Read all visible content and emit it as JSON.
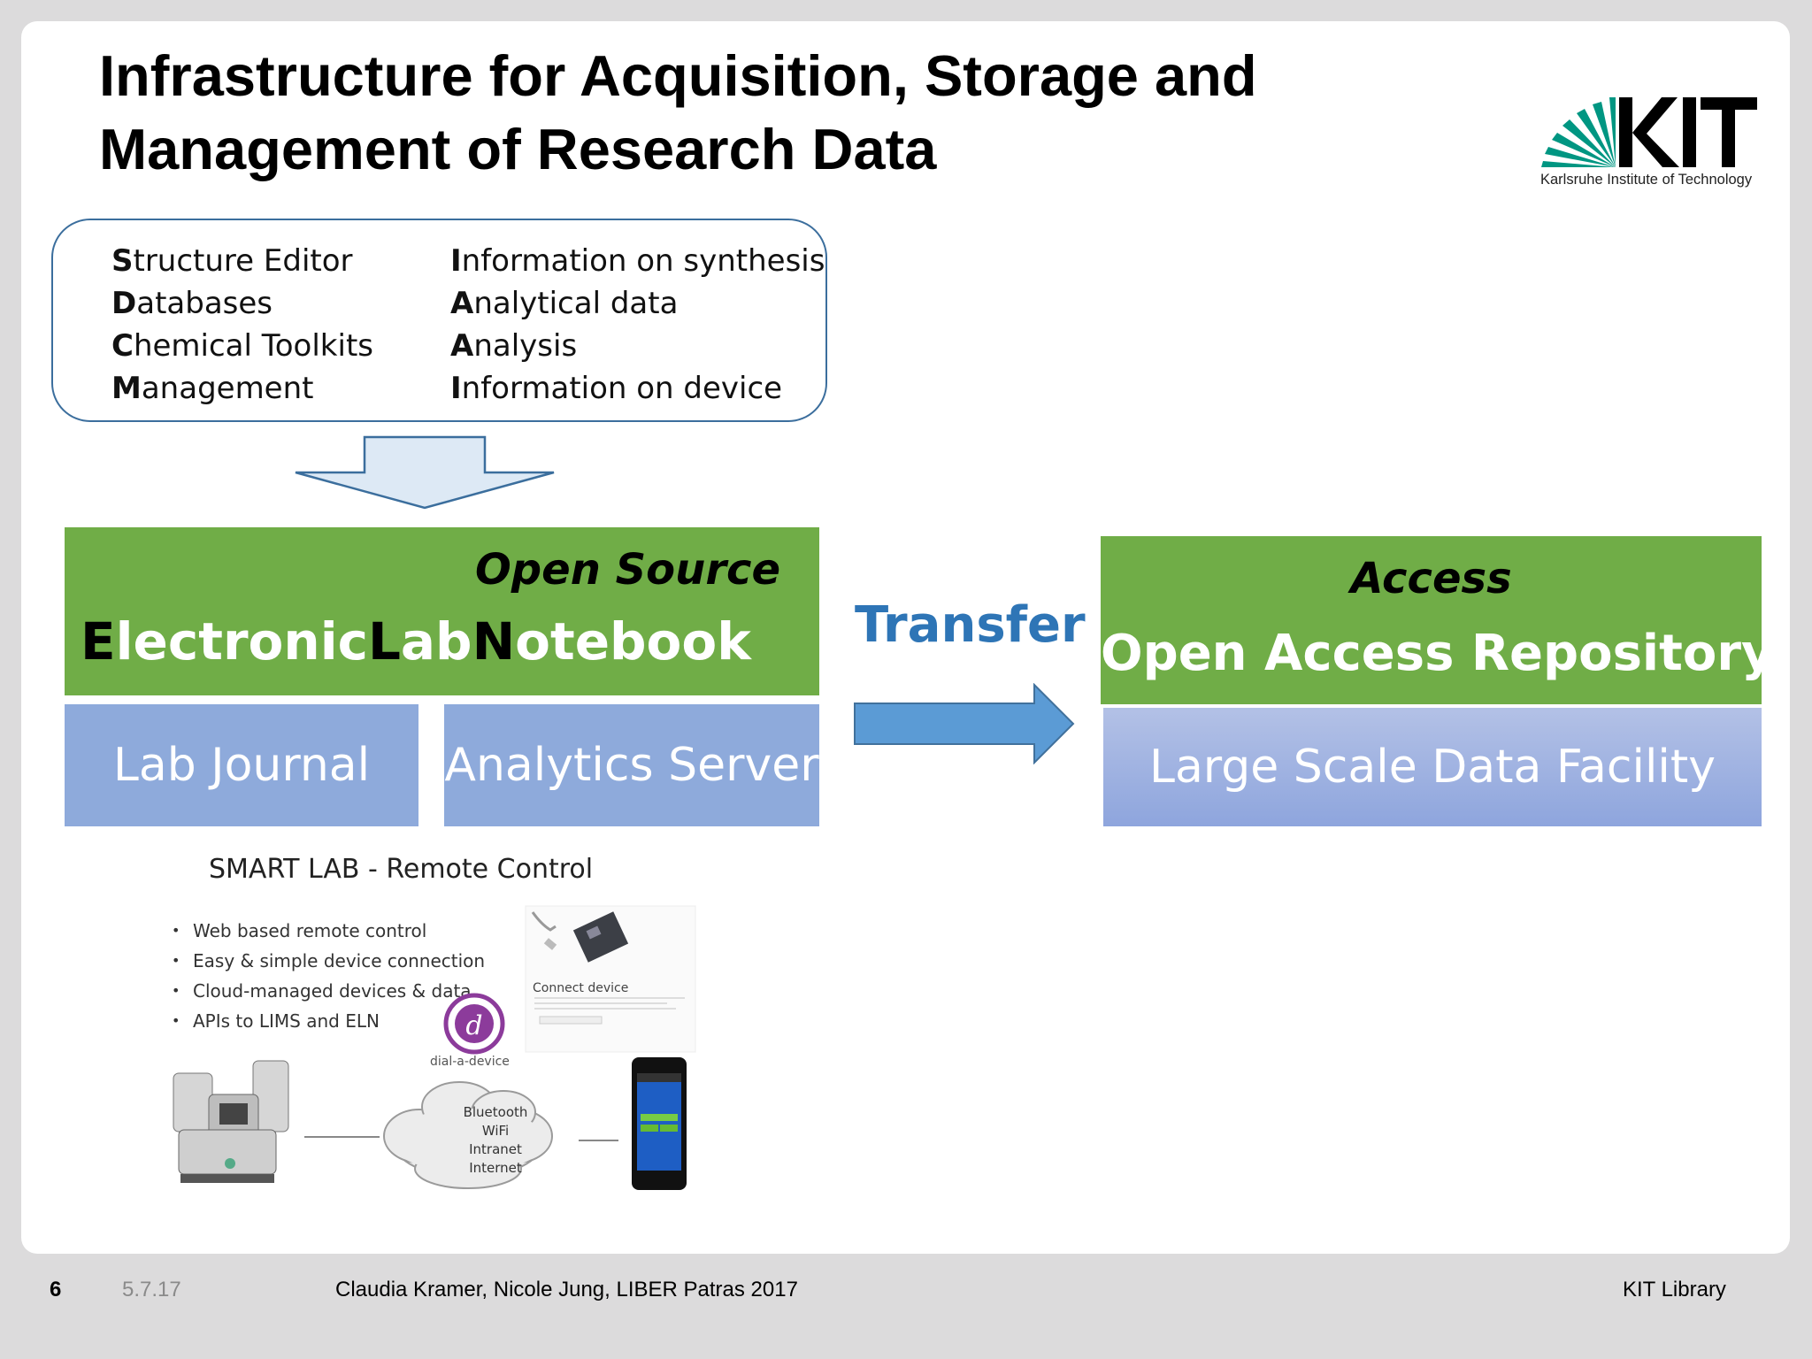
{
  "slide": {
    "title_line1": "Infrastructure for Acquisition, Storage and",
    "title_line2": "Management of Research Data"
  },
  "logo": {
    "wordmark": "KIT",
    "subtitle": "Karlsruhe Institute of Technology",
    "accent_color": "#009682"
  },
  "input_box": {
    "left_items": [
      {
        "initial": "S",
        "rest": "tructure Editor"
      },
      {
        "initial": "D",
        "rest": "atabases"
      },
      {
        "initial": "C",
        "rest": "hemical Toolkits"
      },
      {
        "initial": "M",
        "rest": "anagement"
      }
    ],
    "right_items": [
      {
        "initial": "I",
        "rest": "nformation on synthesis"
      },
      {
        "initial": "A",
        "rest": "nalytical data"
      },
      {
        "initial": "A",
        "rest": "nalysis"
      },
      {
        "initial": "I",
        "rest": "nformation on device"
      }
    ]
  },
  "eln": {
    "open_source": "Open Source",
    "name_parts": [
      {
        "k": "E",
        "r": "lectronic"
      },
      {
        "k": "L",
        "r": "ab"
      },
      {
        "k": "N",
        "r": "otebook"
      }
    ],
    "lab_journal": "Lab Journal",
    "analytics_server": "Analytics Server"
  },
  "transfer": "Transfer",
  "repository": {
    "access": "Access",
    "name": "Open Access Repository",
    "facility": "Large Scale Data Facility"
  },
  "smart_lab": {
    "title": "SMART LAB - Remote Control",
    "bullets": [
      "Web based remote control",
      "Easy & simple device connection",
      "Cloud-managed devices & data",
      "APIs to LIMS and ELN"
    ],
    "connect_label": "Connect device",
    "dial_label": "dial-a-device",
    "cloud_lines": [
      "Bluetooth",
      "WiFi",
      "Intranet",
      "Internet"
    ]
  },
  "footer": {
    "page": "6",
    "date": "5.7.17",
    "authors": "Claudia Kramer, Nicole Jung, LIBER Patras 2017",
    "org": "KIT Library"
  },
  "colors": {
    "green": "#70ad47",
    "blue_box": "#8eaadb",
    "transfer_blue": "#2e75b6",
    "outline_blue": "#3b6e9d"
  }
}
